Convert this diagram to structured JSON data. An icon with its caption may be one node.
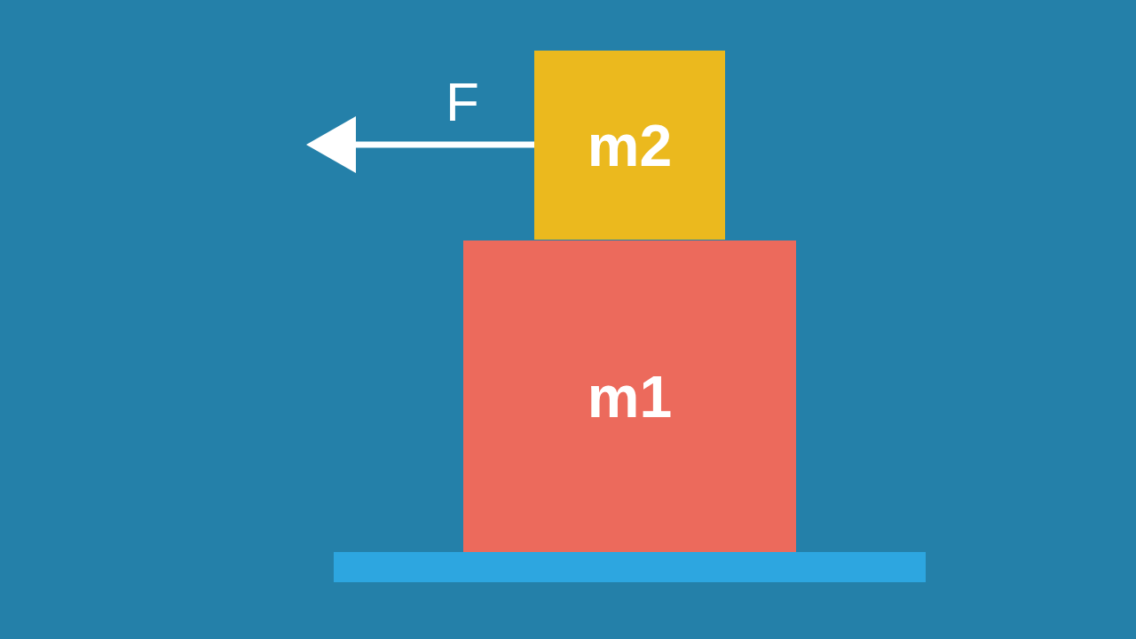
{
  "diagram": {
    "nodes": [
      {
        "text": [
          "m2"
        ]
      },
      {
        "text": [
          "m1"
        ]
      }
    ],
    "labels": [
      "F"
    ]
  }
}
